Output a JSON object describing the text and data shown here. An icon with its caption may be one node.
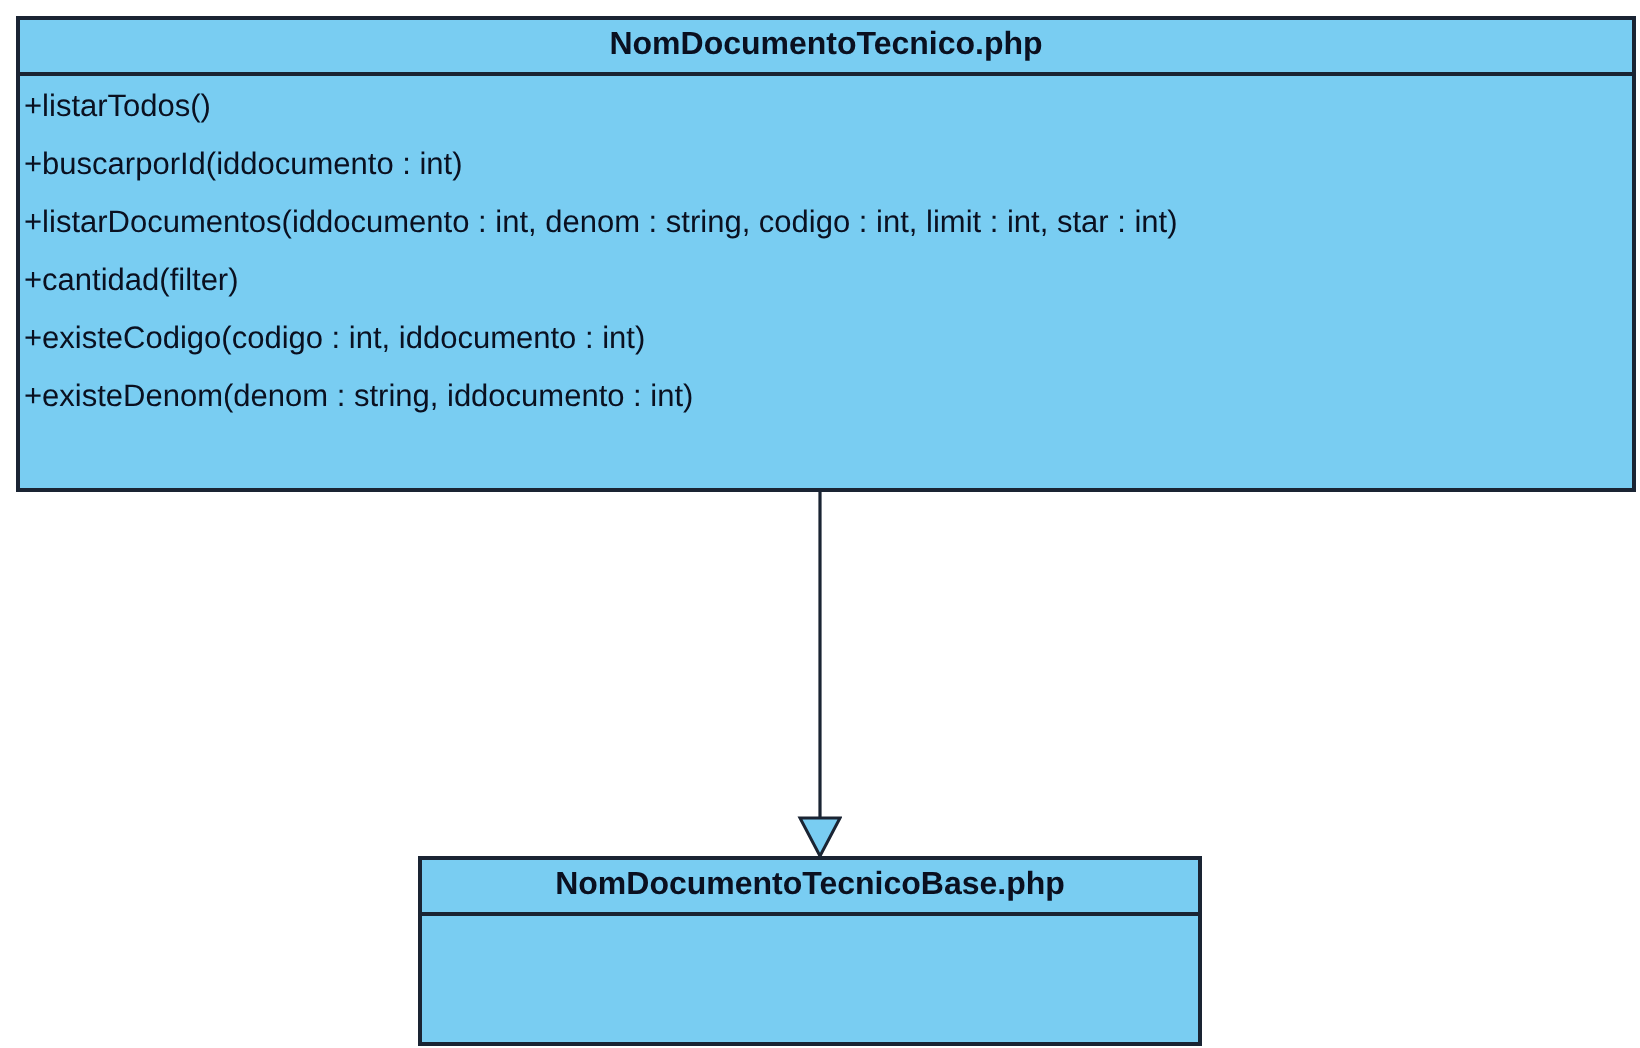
{
  "diagram": {
    "nodes": [
      {
        "text": [
          "NomDocumentoTecnico.php",
          "+listarTodos()",
          "+buscarporId(iddocumento : int)",
          "+listarDocumentos(iddocumento : int, denom : string, codigo : int, limit : int, star : int)",
          "+cantidad(filter)",
          "+existeCodigo(codigo : int, iddocumento : int)",
          "+existeDenom(denom : string, iddocumento : int)"
        ]
      },
      {
        "text": [
          "NomDocumentoTecnicoBase.php"
        ]
      }
    ],
    "edges": [
      {
        "from": 0,
        "to": 1,
        "arrow": "to"
      }
    ]
  }
}
